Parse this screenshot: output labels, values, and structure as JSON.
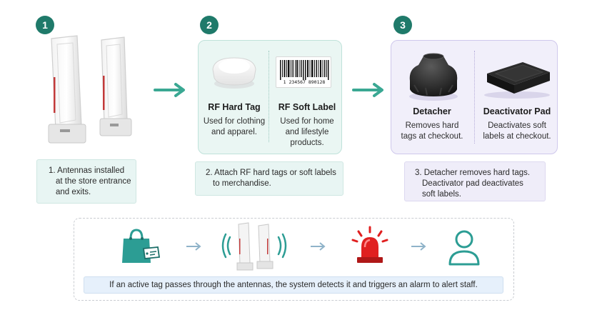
{
  "steps": [
    {
      "number": "1",
      "caption_lines": [
        "1. Antennas installed",
        "at the store entrance",
        "and exits."
      ]
    },
    {
      "number": "2",
      "items": [
        {
          "title": "RF Hard Tag",
          "desc_lines": [
            "Used for clothing",
            "and apparel."
          ]
        },
        {
          "title": "RF Soft Label",
          "desc_lines": [
            "Used for home",
            "and lifestyle",
            "products."
          ]
        }
      ],
      "barcode_digits": "1 234567 890128",
      "caption_lines": [
        "2. Attach RF hard tags or soft labels",
        "to merchandise."
      ]
    },
    {
      "number": "3",
      "items": [
        {
          "title": "Detacher",
          "desc_lines": [
            "Removes hard",
            "tags at checkout."
          ]
        },
        {
          "title": "Deactivator Pad",
          "desc_lines": [
            "Deactivates soft",
            "labels at checkout."
          ]
        }
      ],
      "caption_lines": [
        "3. Detacher removes hard tags.",
        "Deactivator pad deactivates",
        "soft labels."
      ]
    }
  ],
  "flow": {
    "icons": [
      "shopping-bag-with-tag",
      "antenna-gates-signal",
      "alarm-siren",
      "staff-person"
    ],
    "message": "If an active tag passes through the antennas, the system detects it and triggers an alarm to alert staff."
  },
  "colors": {
    "teal": "#1f7a6a",
    "arrow": "#3aa893",
    "light_arrow": "#8fb3c9",
    "alarm_red": "#e02020",
    "icon_teal": "#2c9d94"
  }
}
